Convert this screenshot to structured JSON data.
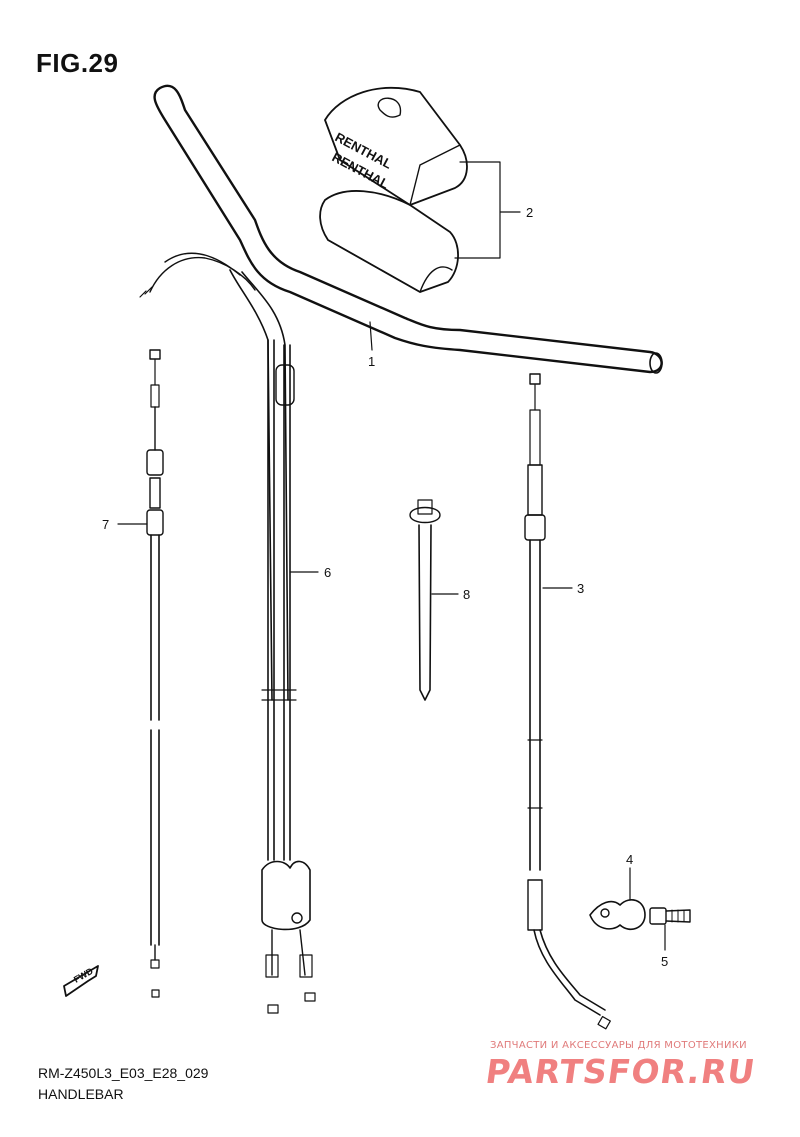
{
  "figure": {
    "title": "FIG.29",
    "code": "RM-Z450L3_E03_E28_029",
    "caption": "HANDLEBAR"
  },
  "pad_text": "RENTHAL",
  "fwd_label": "FWD",
  "callouts": [
    "1",
    "2",
    "3",
    "4",
    "5",
    "6",
    "7",
    "8"
  ],
  "watermark": {
    "subtitle": "ЗАПЧАСТИ И АКСЕССУАРЫ ДЛЯ МОТОТЕХНИКИ",
    "logo": "PARTSFOR.RU"
  }
}
